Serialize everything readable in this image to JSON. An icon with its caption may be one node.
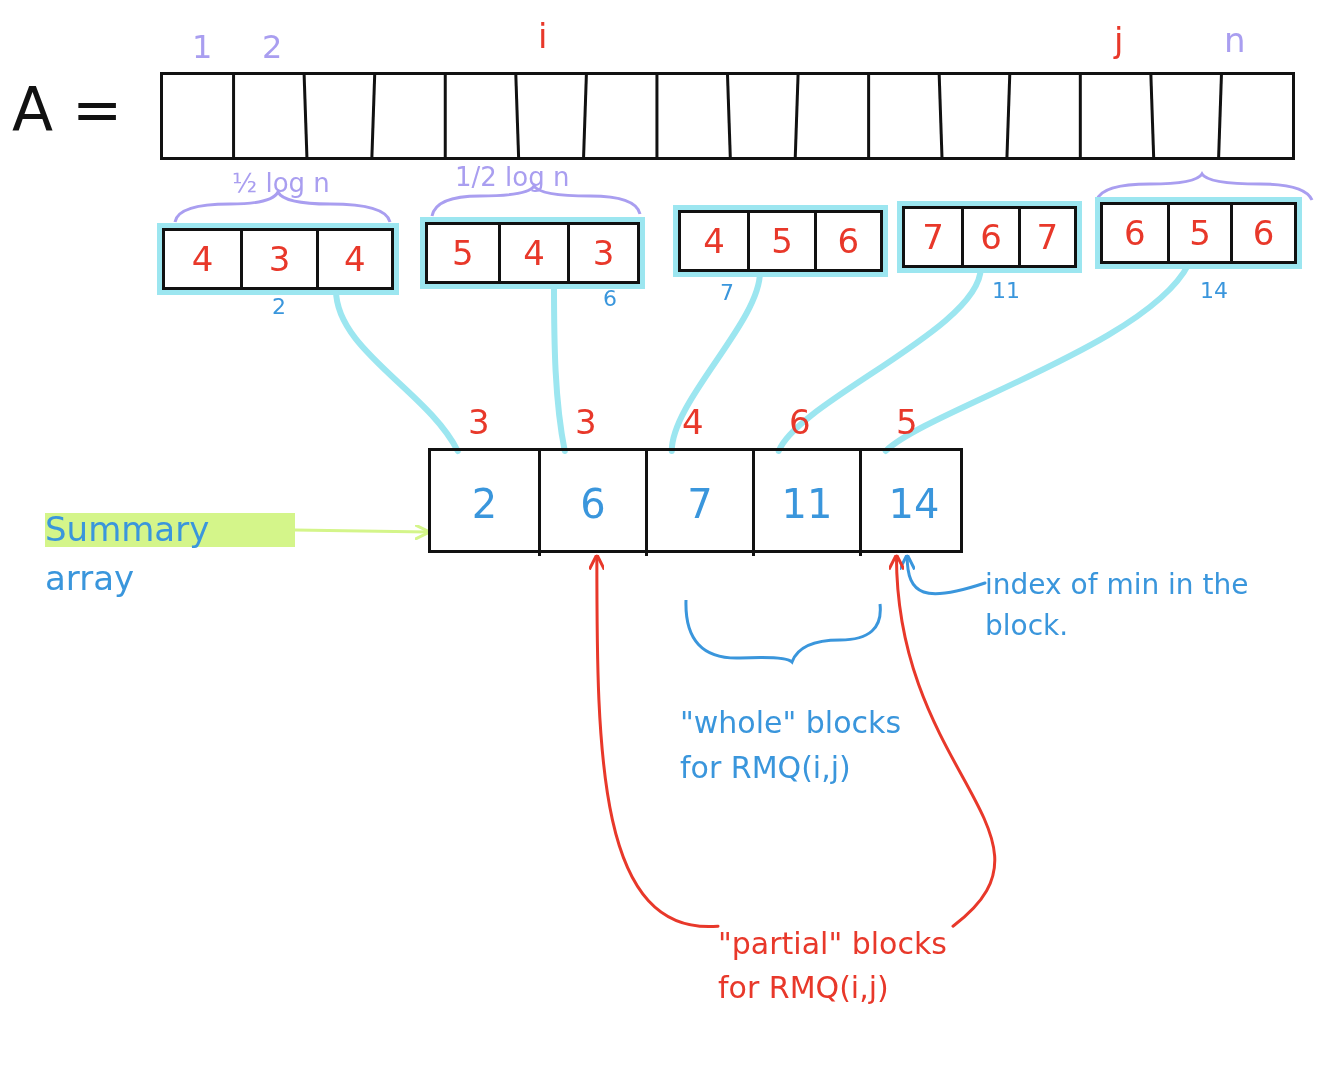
{
  "diagram": {
    "nodes": [
      {
        "text": [],
        "shape": "box",
        "beside": [
          "A ="
        ]
      },
      {
        "text": [
          "4",
          "3",
          "4"
        ],
        "beside": [
          "2"
        ]
      },
      {
        "text": [
          "5",
          "4",
          "3"
        ],
        "beside": [
          "6"
        ]
      },
      {
        "text": [
          "4",
          "5",
          "6"
        ],
        "beside": [
          "7"
        ]
      },
      {
        "text": [
          "7",
          "6",
          "7"
        ],
        "beside": [
          "11"
        ]
      },
      {
        "text": [
          "6",
          "5",
          "6"
        ],
        "beside": [
          "14"
        ]
      },
      {
        "text": [],
        "shape": "box"
      },
      {
        "text": [
          "2"
        ],
        "in": 6,
        "beside": [
          "3"
        ]
      },
      {
        "text": [
          "6"
        ],
        "in": 6,
        "beside": [
          "3"
        ]
      },
      {
        "text": [
          "7"
        ],
        "in": 6,
        "beside": [
          "4"
        ]
      },
      {
        "text": [
          "11"
        ],
        "in": 6,
        "beside": [
          "6"
        ]
      },
      {
        "text": [
          "14"
        ],
        "in": 6,
        "beside": [
          "5"
        ]
      },
      {
        "text": [
          "Summary array"
        ]
      },
      {
        "text": [
          "index of min in the block."
        ]
      },
      {
        "text": [
          "\"partial\" blocks for RMQ(i,j)"
        ]
      }
    ],
    "edges": [
      {
        "from": 1,
        "to": 7,
        "arrow": "none"
      },
      {
        "from": 2,
        "to": 8,
        "arrow": "none"
      },
      {
        "from": 3,
        "to": 9,
        "arrow": "none"
      },
      {
        "from": 4,
        "to": 10,
        "arrow": "none"
      },
      {
        "from": 5,
        "to": 11,
        "arrow": "none"
      },
      {
        "from": 12,
        "to": 6,
        "arrow": "to",
        "color": "#d4f58a"
      },
      {
        "from": 13,
        "to": 11,
        "arrow": "to",
        "color": "#3a96dc"
      },
      {
        "from": 14,
        "to": 8,
        "arrow": "to",
        "color": "#e8382a"
      },
      {
        "from": 14,
        "to": 11,
        "arrow": "to",
        "color": "#e8382a"
      }
    ],
    "labels": [
      "1",
      "2",
      "i",
      "j",
      "n",
      "½ log n",
      "1/2 log n",
      "\"whole\" blocks for RMQ(i,j)"
    ]
  }
}
